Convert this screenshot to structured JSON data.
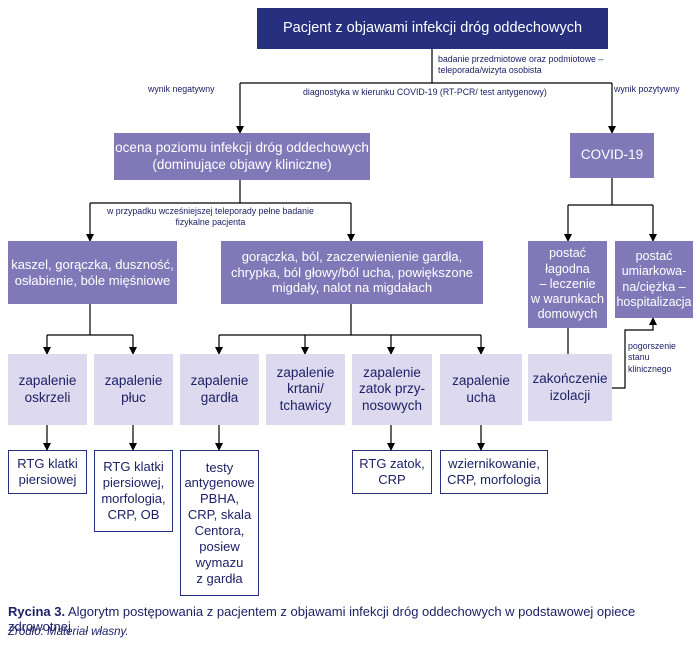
{
  "boxes": {
    "root": "Pacjent z objawami infekcji dróg oddechowych",
    "assessment": "ocena poziomu infekcji dróg oddechowych\n(dominujące objawy kliniczne)",
    "covid": "COVID-19",
    "symptoms_a": "kaszel, gorączka, duszność,\nosłabienie, bóle mięśniowe",
    "symptoms_b": "gorączka, ból, zaczerwienienie gardła,\nchrypka, ból głowy/ból ucha, powiększone\nmigdały, nalot na migdałach",
    "mild": "postać\nłagodna\n– leczenie\nw warunkach\ndomowych",
    "severe": "postać\numiarkowa-\nna/ciężka –\nhospitalizacja",
    "bronchitis": "zapalenie\noskrzeli",
    "pneumonia": "zapalenie\npłuc",
    "pharyngitis": "zapalenie\ngardła",
    "laryngitis": "zapalenie\nkrtani/\ntchawicy",
    "sinusitis": "zapalenie\nzatok przy-\nnosowych",
    "otitis": "zapalenie\nucha",
    "isolation_end": "zakończenie\nizolacji",
    "test_bronchitis": "RTG klatki\npiersiowej",
    "test_pneumonia": "RTG klatki\npiersiowej,\nmorfologia,\nCRP, OB",
    "test_pharyngitis": "testy\nantygenowe\nPBHA,\nCRP, skala\nCentora,\nposiew\nwymazu\nz gardła",
    "test_sinusitis": "RTG zatok,\nCRP",
    "test_otitis": "wziernikowanie,\nCRP, morfologia"
  },
  "labels": {
    "exam": "badanie przedmiotowe oraz podmiotowe –\nteleporada/wizyta osobista",
    "negative": "wynik negatywny",
    "diagnostics": "diagnostyka w kierunku COVID-19 (RT-PCR/ test antygenowy)",
    "positive": "wynik pozytywny",
    "physical": "w przypadku wcześniejszej teleporady pełne badanie\nfizykalne pacjenta",
    "worsening": "pogorszenie\nstanu\nklinicznego"
  },
  "caption": {
    "label": "Rycina 3.",
    "text": " Algorytm postępowania z pacjentem z objawami infekcji dróg oddechowych w podstawowej opiece zdrowotnej",
    "source": "Źródło: Materiał własny."
  },
  "colors": {
    "dark": "#26307f",
    "mid": "#8178b8",
    "light": "#ddd9ef"
  }
}
